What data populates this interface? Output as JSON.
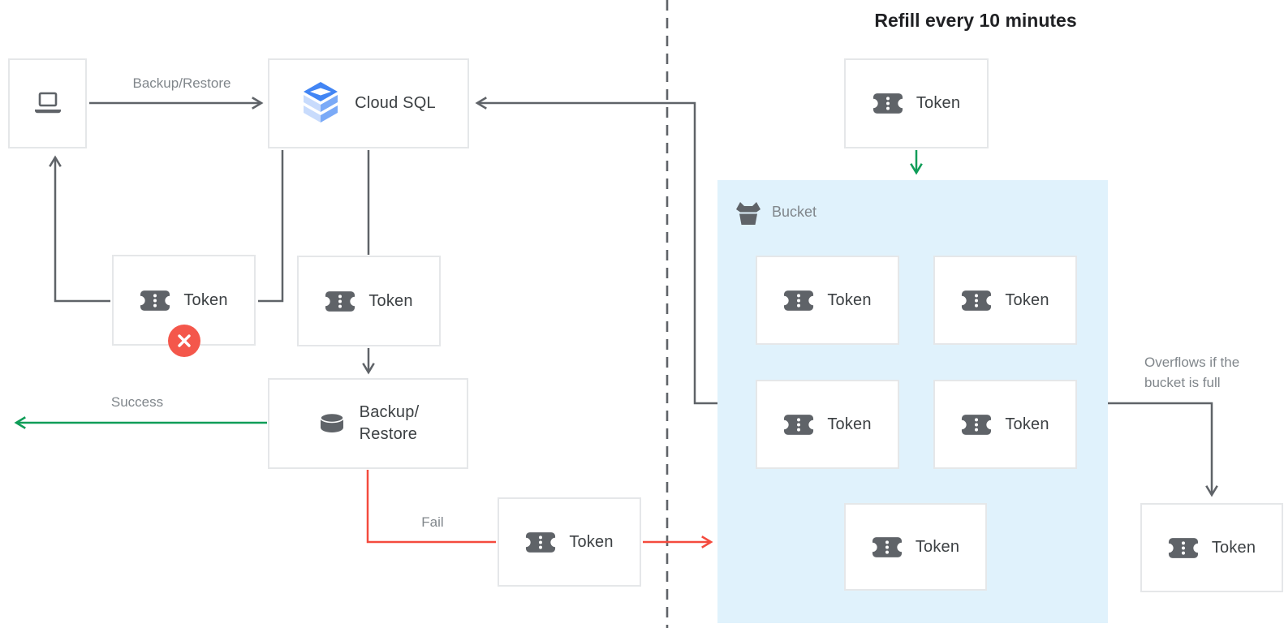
{
  "title": "Refill every 10 minutes",
  "labels": {
    "cloud_sql": "Cloud SQL",
    "backup_line1": "Backup/",
    "backup_line2": "Restore",
    "token": "Token",
    "bucket": "Bucket"
  },
  "edge_labels": {
    "backup_restore": "Backup/Restore",
    "success": "Success",
    "fail": "Fail",
    "overflow": "Overflows if the bucket is full"
  },
  "icons": {
    "client": "laptop-icon",
    "cloud_sql": "cloud-sql-stack-icon",
    "token": "ticket-icon",
    "backup_restore": "database-icon",
    "bucket": "basket-icon",
    "fail_badge": "x-circle-icon"
  },
  "colors": {
    "success_green": "#0f9d58",
    "fail_red": "#f44b3e",
    "badge_red": "#f4574b",
    "line_gray": "#5f6368",
    "label_gray": "#80868b",
    "node_text": "#3c4043",
    "title_text": "#202124",
    "node_border": "#e5e7e9",
    "bucket_bg": "#e0f2fc",
    "cloud_sql_blue": "#4285f4",
    "cloud_sql_mid_blue": "#7baaf7",
    "cloud_sql_light_blue": "#c8dbfc"
  }
}
